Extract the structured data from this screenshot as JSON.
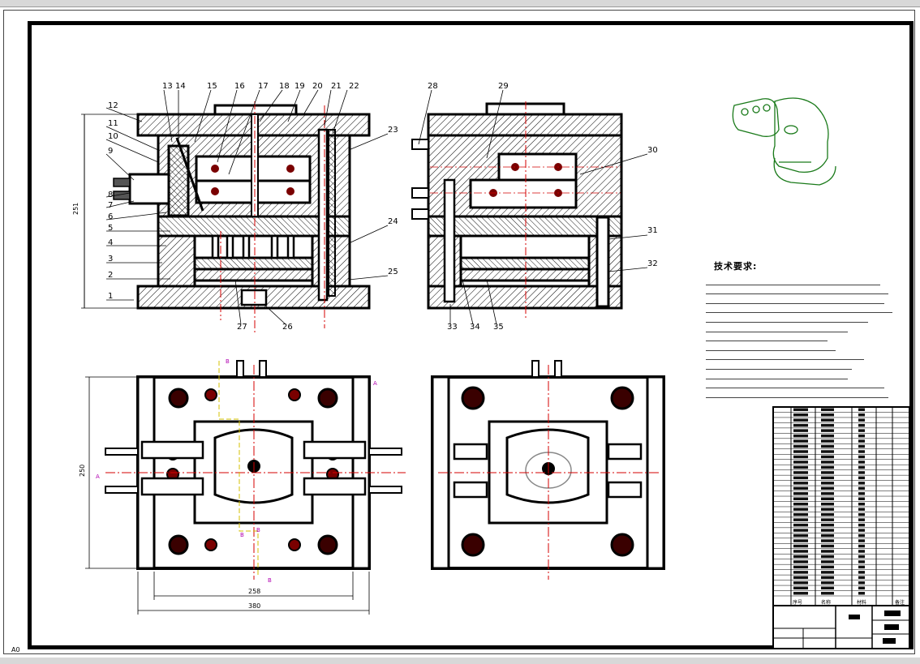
{
  "drawing": {
    "sheet_size_label": "A0",
    "technical_requirements_title": "技术要求:",
    "technical_requirements_count": 13,
    "callouts_front": [
      "1",
      "2",
      "3",
      "4",
      "5",
      "6",
      "7",
      "8",
      "9",
      "10",
      "11",
      "12",
      "13",
      "14",
      "15",
      "16",
      "17",
      "18",
      "19",
      "20",
      "21",
      "22",
      "23",
      "24",
      "25",
      "26",
      "27"
    ],
    "callouts_side": [
      "28",
      "29",
      "30",
      "31",
      "32",
      "33",
      "34",
      "35"
    ],
    "dimensions": {
      "front_height": "251",
      "plan_height": "250",
      "plan_inner_width": "258",
      "plan_overall_width": "380"
    },
    "section_markers": [
      "B",
      "B",
      "A",
      "A",
      "B",
      "B"
    ],
    "title_block": {
      "column_labels": [
        "序号",
        "名称",
        "材料",
        "备注"
      ]
    },
    "colors": {
      "line": "#000000",
      "center_line": "#d40000",
      "hatch": "#000000",
      "dimension": "#000000",
      "section_line": "#d4c000",
      "iso_view": "#1a7a1a",
      "purple": "#b000b0"
    }
  }
}
